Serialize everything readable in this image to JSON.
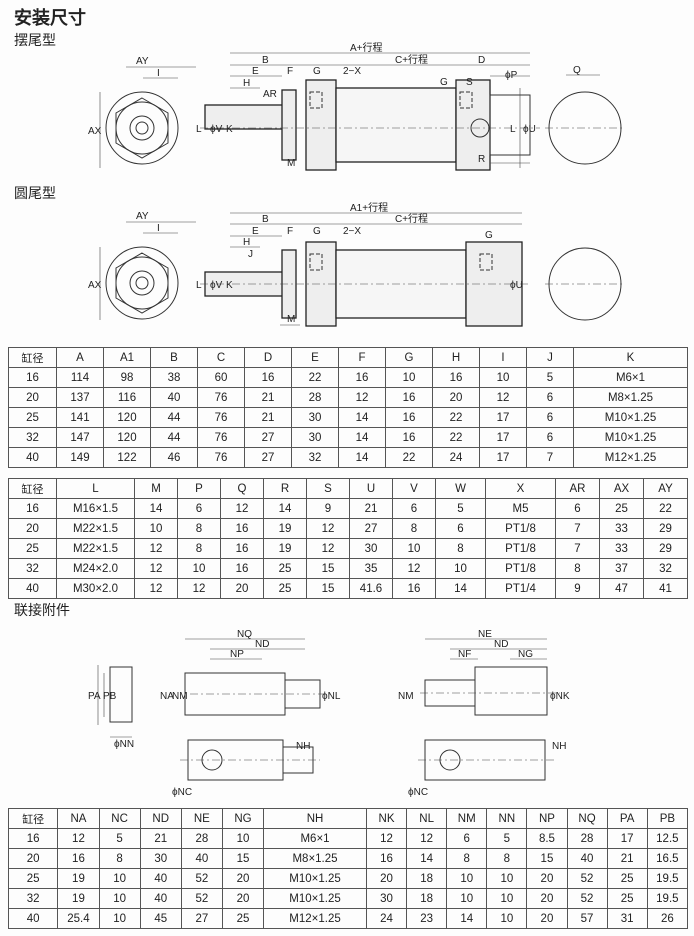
{
  "title": "安装尺寸",
  "sections": {
    "swing": "摆尾型",
    "round": "圆尾型",
    "accessories": "联接附件"
  },
  "drawing_labels": {
    "A_stroke": "A+行程",
    "A1_stroke": "A1+行程",
    "C_stroke": "C+行程",
    "B": "B",
    "D": "D",
    "E": "E",
    "F": "F",
    "G": "G",
    "H": "H",
    "J": "J",
    "AR": "AR",
    "X2": "2−X",
    "S": "S",
    "P": "ϕP",
    "Q": "Q",
    "AY": "AY",
    "I": "I",
    "AX": "AX",
    "L": "L",
    "V": "ϕV",
    "K": "K",
    "M": "M",
    "U": "ϕU",
    "R": "R",
    "NQ": "NQ",
    "ND": "ND",
    "NP": "NP",
    "NA": "NA",
    "NM": "NM",
    "NL": "ϕNL",
    "PA": "PA",
    "PB": "PB",
    "NN": "ϕNN",
    "NH": "NH",
    "NC": "ϕNC",
    "NE": "NE",
    "NF": "NF",
    "NG": "NG",
    "NK": "ϕNK"
  },
  "table1": {
    "headers": [
      "缸径",
      "A",
      "A1",
      "B",
      "C",
      "D",
      "E",
      "F",
      "G",
      "H",
      "I",
      "J",
      "K"
    ],
    "rows": [
      [
        "16",
        "114",
        "98",
        "38",
        "60",
        "16",
        "22",
        "16",
        "10",
        "16",
        "10",
        "5",
        "M6×1"
      ],
      [
        "20",
        "137",
        "116",
        "40",
        "76",
        "21",
        "28",
        "12",
        "16",
        "20",
        "12",
        "6",
        "M8×1.25"
      ],
      [
        "25",
        "141",
        "120",
        "44",
        "76",
        "21",
        "30",
        "14",
        "16",
        "22",
        "17",
        "6",
        "M10×1.25"
      ],
      [
        "32",
        "147",
        "120",
        "44",
        "76",
        "27",
        "30",
        "14",
        "16",
        "22",
        "17",
        "6",
        "M10×1.25"
      ],
      [
        "40",
        "149",
        "122",
        "46",
        "76",
        "27",
        "32",
        "14",
        "22",
        "24",
        "17",
        "7",
        "M12×1.25"
      ]
    ]
  },
  "table2": {
    "headers": [
      "缸径",
      "L",
      "M",
      "P",
      "Q",
      "R",
      "S",
      "U",
      "V",
      "W",
      "X",
      "AR",
      "AX",
      "AY"
    ],
    "rows": [
      [
        "16",
        "M16×1.5",
        "14",
        "6",
        "12",
        "14",
        "9",
        "21",
        "6",
        "5",
        "M5",
        "6",
        "25",
        "22"
      ],
      [
        "20",
        "M22×1.5",
        "10",
        "8",
        "16",
        "19",
        "12",
        "27",
        "8",
        "6",
        "PT1/8",
        "7",
        "33",
        "29"
      ],
      [
        "25",
        "M22×1.5",
        "12",
        "8",
        "16",
        "19",
        "12",
        "30",
        "10",
        "8",
        "PT1/8",
        "7",
        "33",
        "29"
      ],
      [
        "32",
        "M24×2.0",
        "12",
        "10",
        "16",
        "25",
        "15",
        "35",
        "12",
        "10",
        "PT1/8",
        "8",
        "37",
        "32"
      ],
      [
        "40",
        "M30×2.0",
        "12",
        "12",
        "20",
        "25",
        "15",
        "41.6",
        "16",
        "14",
        "PT1/4",
        "9",
        "47",
        "41"
      ]
    ]
  },
  "table3": {
    "headers": [
      "缸径",
      "NA",
      "NC",
      "ND",
      "NE",
      "NG",
      "NH",
      "NK",
      "NL",
      "NM",
      "NN",
      "NP",
      "NQ",
      "PA",
      "PB"
    ],
    "rows": [
      [
        "16",
        "12",
        "5",
        "21",
        "28",
        "10",
        "M6×1",
        "12",
        "12",
        "6",
        "5",
        "8.5",
        "28",
        "17",
        "12.5"
      ],
      [
        "20",
        "16",
        "8",
        "30",
        "40",
        "15",
        "M8×1.25",
        "16",
        "14",
        "8",
        "8",
        "15",
        "40",
        "21",
        "16.5"
      ],
      [
        "25",
        "19",
        "10",
        "40",
        "52",
        "20",
        "M10×1.25",
        "20",
        "18",
        "10",
        "10",
        "20",
        "52",
        "25",
        "19.5"
      ],
      [
        "32",
        "19",
        "10",
        "40",
        "52",
        "20",
        "M10×1.25",
        "30",
        "18",
        "10",
        "10",
        "20",
        "52",
        "25",
        "19.5"
      ],
      [
        "40",
        "25.4",
        "10",
        "45",
        "27",
        "25",
        "M12×1.25",
        "24",
        "23",
        "14",
        "10",
        "20",
        "57",
        "31",
        "26"
      ]
    ]
  }
}
